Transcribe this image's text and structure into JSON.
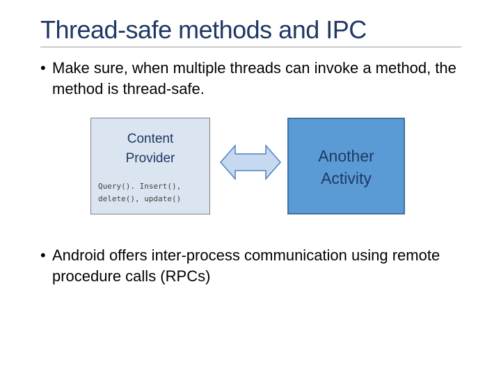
{
  "slide": {
    "title": "Thread-safe methods and IPC",
    "bullet_marker": "•",
    "bullets": [
      "Make sure, when multiple threads can invoke a method, the method is thread-safe.",
      "Android offers inter-process communication using remote procedure calls (RPCs)"
    ]
  },
  "diagram": {
    "content_provider": {
      "title": "Content\nProvider",
      "methods": "Query(). Insert(),\ndelete(), update()"
    },
    "another_activity": {
      "title": "Another\nActivity"
    },
    "colors": {
      "title_text": "#1f3864",
      "provider_fill": "#dbe5f1",
      "activity_fill": "#5b9bd5",
      "arrow_fill": "#c7d9f1",
      "arrow_stroke": "#4f81bd"
    },
    "connector_icon": "double-headed-arrow-icon"
  }
}
